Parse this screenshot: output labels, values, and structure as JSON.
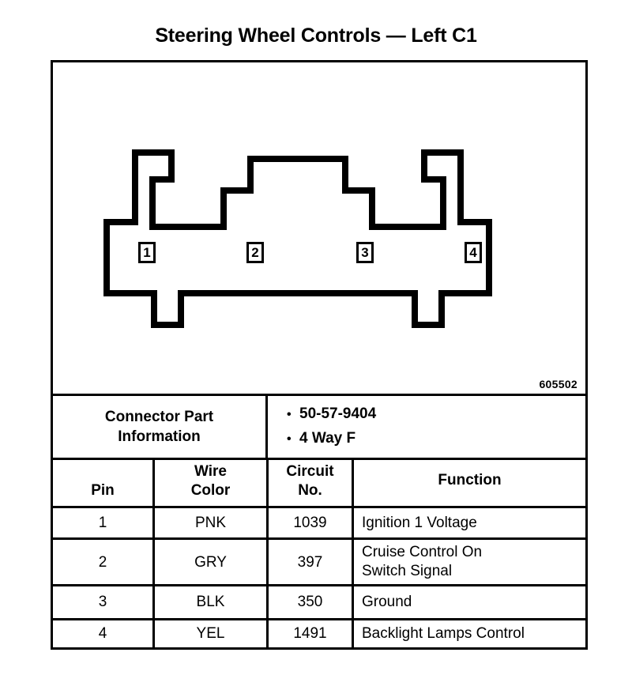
{
  "page": {
    "title": "Steering Wheel Controls — Left C1",
    "reference_number": "605502"
  },
  "diagram": {
    "type": "connector-face-view",
    "pin_labels": [
      "1",
      "2",
      "3",
      "4"
    ]
  },
  "connector_part_information": {
    "label_line1": "Connector Part",
    "label_line2": "Information",
    "bullets": [
      "50-57-9404",
      "4 Way F"
    ],
    "bullet_glyph": "•"
  },
  "pin_table": {
    "headers": {
      "pin": "Pin",
      "wire_color_line1": "Wire",
      "wire_color_line2": "Color",
      "circuit_no_line1": "Circuit",
      "circuit_no_line2": "No.",
      "function": "Function"
    },
    "rows": [
      {
        "pin": "1",
        "wire_color": "PNK",
        "circuit_no": "1039",
        "function_line1": "Ignition 1 Voltage",
        "function_line2": ""
      },
      {
        "pin": "2",
        "wire_color": "GRY",
        "circuit_no": "397",
        "function_line1": "Cruise Control On",
        "function_line2": "Switch Signal"
      },
      {
        "pin": "3",
        "wire_color": "BLK",
        "circuit_no": "350",
        "function_line1": "Ground",
        "function_line2": ""
      },
      {
        "pin": "4",
        "wire_color": "YEL",
        "circuit_no": "1491",
        "function_line1": "Backlight Lamps Control",
        "function_line2": ""
      }
    ]
  },
  "colors": {
    "ink": "#000000",
    "paper": "#ffffff"
  }
}
